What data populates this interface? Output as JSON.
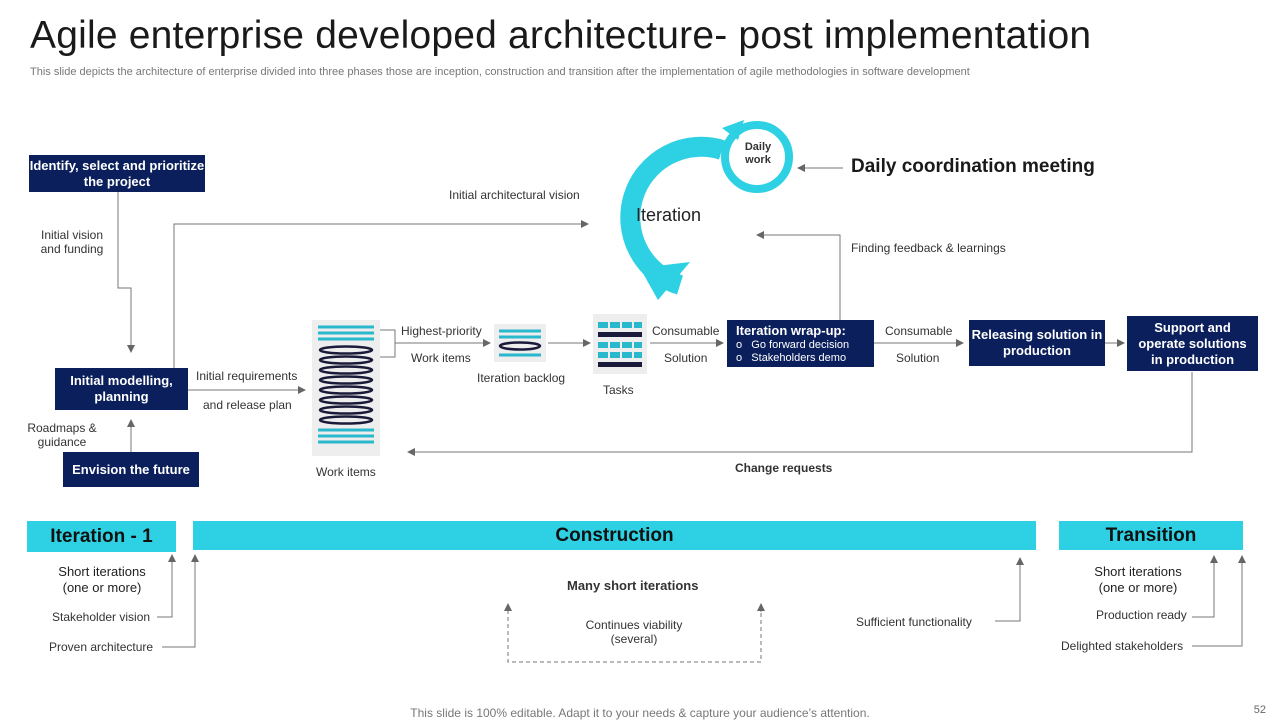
{
  "header": {
    "title": "Agile enterprise developed architecture- post implementation",
    "subtitle": "This slide depicts the architecture of enterprise divided into three phases those are inception, construction and transition after the implementation of agile methodologies in software development"
  },
  "boxes": {
    "identify": "Identify, select and prioritize the project",
    "initial_modelling": "Initial modelling, planning",
    "envision": "Envision the future",
    "iteration_wrapup_title": "Iteration wrap-up:",
    "iteration_wrapup_items": [
      "Go forward decision",
      "Stakeholders demo"
    ],
    "releasing": "Releasing solution in production",
    "support": "Support and operate solutions in production"
  },
  "labels": {
    "initial_vision": "Initial vision and funding",
    "roadmaps": "Roadmaps & guidance",
    "initial_requirements": "Initial requirements",
    "release_plan": "and release plan",
    "work_items": "Work items",
    "highest_priority": "Highest-priority",
    "work_items_small": "Work items",
    "iteration_backlog": "Iteration backlog",
    "tasks": "Tasks",
    "consumable1": "Consumable",
    "solution1": "Solution",
    "consumable2": "Consumable",
    "solution2": "Solution",
    "initial_arch_vision": "Initial architectural vision",
    "iteration": "Iteration",
    "daily_work": "Daily work",
    "daily_meeting": "Daily coordination meeting",
    "finding_feedback": "Finding feedback & learnings",
    "change_requests": "Change requests"
  },
  "phases": {
    "iteration1": "Iteration - 1",
    "construction": "Construction",
    "transition": "Transition"
  },
  "bottom": {
    "short_iterations_left": "Short iterations (one or more)",
    "stakeholder_vision": "Stakeholder vision",
    "proven_architecture": "Proven architecture",
    "many_short": "Many short iterations",
    "continues_viability": "Continues viability (several)",
    "sufficient": "Sufficient functionality",
    "short_iterations_right": "Short iterations (one or more)",
    "production_ready": "Production ready",
    "delighted": "Delighted stakeholders"
  },
  "footer": {
    "note": "This slide is 100% editable. Adapt it to your needs & capture your audience’s attention.",
    "page": "52"
  },
  "colors": {
    "navy": "#0b1f5c",
    "cyan": "#2ed1e3"
  }
}
